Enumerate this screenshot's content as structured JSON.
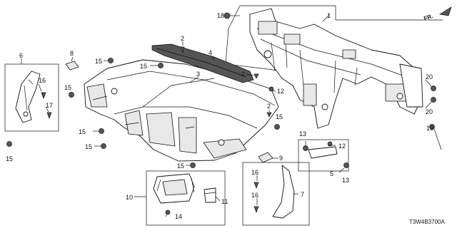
{
  "diagram": {
    "code": "T3W4B3700A",
    "direction_label": "FR."
  },
  "callouts": [
    {
      "id": "c1",
      "label": "1"
    },
    {
      "id": "c2a",
      "label": "2"
    },
    {
      "id": "c2b",
      "label": "2"
    },
    {
      "id": "c2c",
      "label": "2"
    },
    {
      "id": "c3",
      "label": "3"
    },
    {
      "id": "c4",
      "label": "4"
    },
    {
      "id": "c5",
      "label": "5"
    },
    {
      "id": "c6",
      "label": "6"
    },
    {
      "id": "c7",
      "label": "7"
    },
    {
      "id": "c8",
      "label": "8"
    },
    {
      "id": "c9",
      "label": "9"
    },
    {
      "id": "c10",
      "label": "10"
    },
    {
      "id": "c11",
      "label": "11"
    },
    {
      "id": "c12a",
      "label": "12"
    },
    {
      "id": "c12b",
      "label": "12"
    },
    {
      "id": "c13a",
      "label": "13"
    },
    {
      "id": "c13b",
      "label": "13"
    },
    {
      "id": "c14",
      "label": "14"
    },
    {
      "id": "c15a",
      "label": "15"
    },
    {
      "id": "c15b",
      "label": "15"
    },
    {
      "id": "c15c",
      "label": "15"
    },
    {
      "id": "c15d",
      "label": "15"
    },
    {
      "id": "c15e",
      "label": "15"
    },
    {
      "id": "c15f",
      "label": "15"
    },
    {
      "id": "c15g",
      "label": "15"
    },
    {
      "id": "c15h",
      "label": "15"
    },
    {
      "id": "c16a",
      "label": "16"
    },
    {
      "id": "c16b",
      "label": "16"
    },
    {
      "id": "c16c",
      "label": "16"
    },
    {
      "id": "c17",
      "label": "17"
    },
    {
      "id": "c18",
      "label": "18"
    },
    {
      "id": "c19",
      "label": "19"
    },
    {
      "id": "c20a",
      "label": "20"
    },
    {
      "id": "c20b",
      "label": "20"
    }
  ]
}
